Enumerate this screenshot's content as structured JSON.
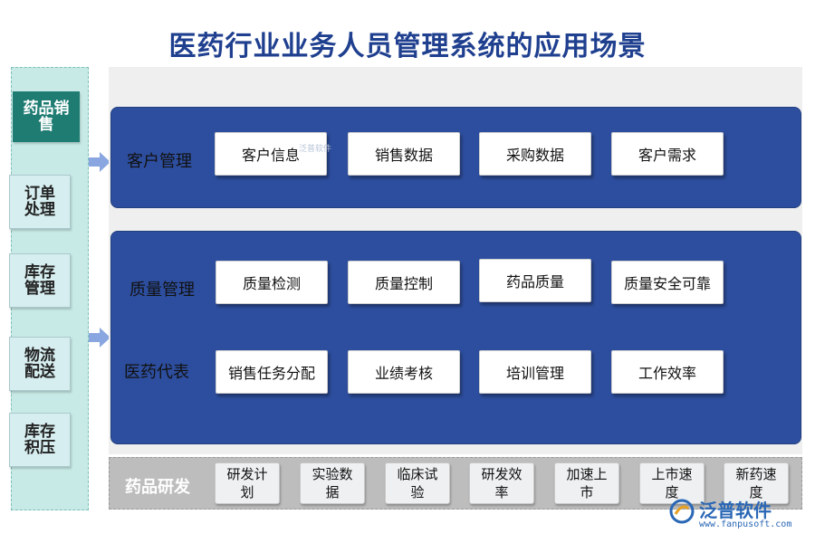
{
  "title": "医药行业业务人员管理系统的应用场景",
  "left_column": {
    "active": "药品销售",
    "items": [
      "订单处理",
      "库存管理",
      "物流配送",
      "库存积压"
    ]
  },
  "customer_panel": {
    "label": "客户管理",
    "boxes": [
      "客户信息",
      "销售数据",
      "采购数据",
      "客户需求"
    ],
    "watermark": "泛普软件"
  },
  "quality_panel": {
    "label": "质量管理",
    "boxes": [
      "质量检测",
      "质量控制",
      "药品质量",
      "质量安全可靠"
    ]
  },
  "rep_panel": {
    "label": "医药代表",
    "boxes": [
      "销售任务分配",
      "业绩考核",
      "培训管理",
      "工作效率"
    ]
  },
  "rd_strip": {
    "label": "药品研发",
    "items": [
      "研发计划",
      "实验数据",
      "临床试验",
      "研发效率",
      "加速上市",
      "上市速度",
      "新药速度"
    ]
  },
  "logo": {
    "name": "泛普软件",
    "url": "www.fanpusoft.com",
    "color": "#2a67b5"
  },
  "colors": {
    "panel": "#2d4e9e",
    "title": "#1f3f8f",
    "left_active": "#1e7c73",
    "left_bg": "#c7eae6"
  }
}
